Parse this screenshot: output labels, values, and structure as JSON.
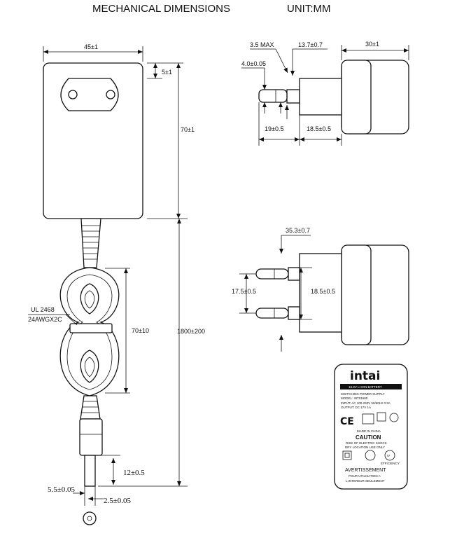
{
  "header": {
    "title": "MECHANICAL DIMENSIONS",
    "unit": "UNIT:MM"
  },
  "front_view": {
    "width": "45±1",
    "top_offset": "5±1",
    "height": "70±1"
  },
  "cable": {
    "cable_spec_line1": "UL 2468",
    "cable_spec_line2": "24AWGX2C",
    "coil_length": "70±10",
    "total_length": "1800±200",
    "plug_length": "12±0.5",
    "outer_diameter": "5.5±0.05",
    "inner_diameter": "2.5±0.05"
  },
  "side_view": {
    "depth": "30±1",
    "pin_max": "3.5 MAX",
    "pin_pos": "13.7±0.7",
    "pin_diameter": "4.0±0.05",
    "pin_length": "19±0.5",
    "pin_base": "18.5±0.5"
  },
  "top_view": {
    "offset": "35.3±0.7",
    "pin_spacing": "17.5±0.5",
    "body_height": "18.5±0.5"
  },
  "label_plate": {
    "brand": "intai",
    "battery": "16.8V LI-ION BATTERY",
    "type": "SWITCHING POWER SUPPLY",
    "model": "MODEL: INT01680",
    "input": "INPUT: AC 100-240V 50/60Hz 0.3A",
    "output": "OUTPUT: DC 17V 1A",
    "made_in": "MADE IN CHINA",
    "caution": "CAUTION",
    "caution_line1": "RISK OF ELECTRIC SHOCK",
    "caution_line2": "DRY LOCATION USE ONLY",
    "efficiency": "EFFICIENCY",
    "efficiency_level": "IV",
    "avertissement": "AVERTISSEMENT",
    "avert_line1": "POUR UTILISATION A",
    "avert_line2": "L,INTEREUR SEULEMENT"
  }
}
